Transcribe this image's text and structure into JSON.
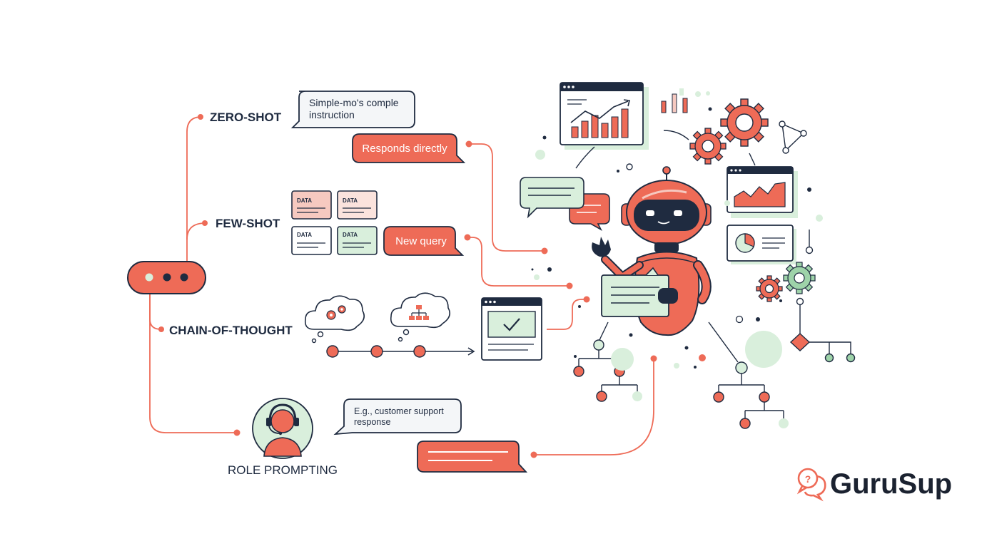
{
  "techniques": {
    "zero_shot": {
      "label": "ZERO-SHOT",
      "bubble": "Simple-mo's comple instruction",
      "response": "Responds directly"
    },
    "few_shot": {
      "label": "FEW-SHOT",
      "data_tag": "DATA",
      "query": "New query"
    },
    "chain_of_thought": {
      "label": "CHAIN-OF-THOUGHT"
    },
    "role_prompting": {
      "label": "ROLE PROMPTING",
      "example": "E.g., customer support response"
    }
  },
  "brand": {
    "name": "GuruSup"
  },
  "colors": {
    "coral": "#ee6b57",
    "navy": "#1f2b40",
    "mint": "#d9efdc",
    "green": "#9ed3a9",
    "pink": "#f6c9c0"
  }
}
